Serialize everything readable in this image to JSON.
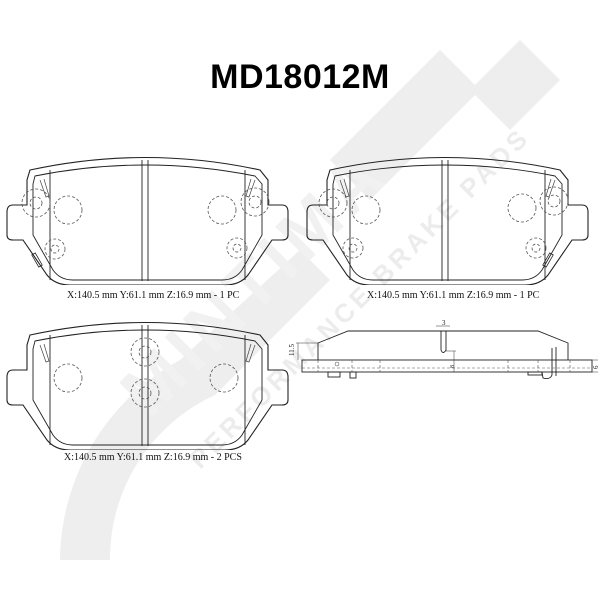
{
  "title": "MD18012M",
  "watermark": {
    "brand": "MINTIMA",
    "tagline": "PERFORMANCE BRAKE PADS",
    "color": "#ececec"
  },
  "pads": [
    {
      "id": "pad-top-left",
      "caption": "X:140.5 mm  Y:61.1 mm  Z:16.9 mm  - 1 PC"
    },
    {
      "id": "pad-top-right",
      "caption": "X:140.5 mm  Y:61.1 mm  Z:16.9 mm  - 1 PC"
    },
    {
      "id": "pad-bottom-left",
      "caption": "X:140.5 mm  Y:61.1 mm  Z:16.9 mm  - 2 PCS"
    }
  ],
  "side_view": {
    "dim_height": "11.5",
    "dim_slot": "3",
    "dim_backing": "8",
    "dim_thickness": "6"
  },
  "colors": {
    "line": "#222222",
    "dashed": "#555555",
    "text": "#000000"
  }
}
